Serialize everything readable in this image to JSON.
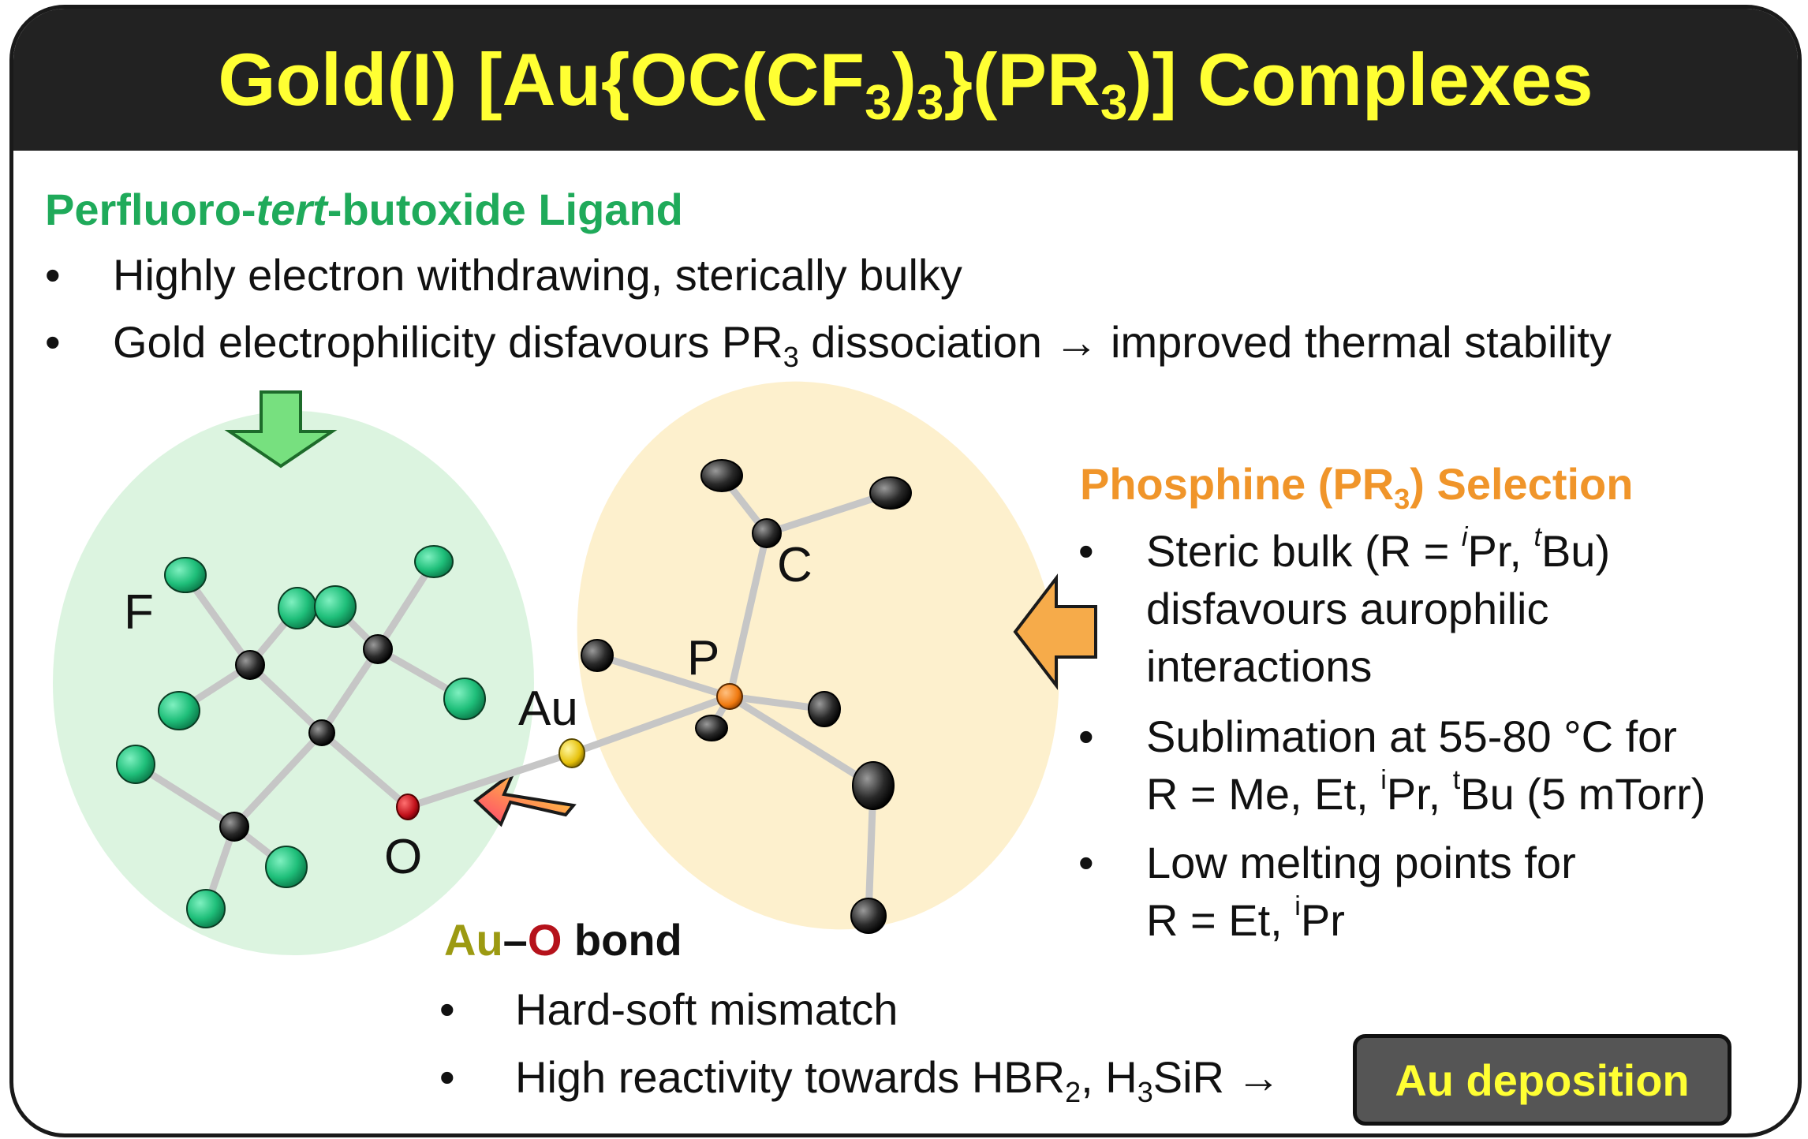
{
  "title": {
    "pre": "Gold(I) [Au{OC(CF",
    "sub1": "3",
    "mid1": ")",
    "sub2": "3",
    "mid2": "}(PR",
    "sub3": "3",
    "post": ")] Complexes"
  },
  "ligand": {
    "heading_pre": "Perfluoro-",
    "heading_italic": "tert",
    "heading_post": "-butoxide Ligand",
    "bullet1": "Highly electron withdrawing, sterically bulky",
    "bullet2_pre": "Gold electrophilicity disfavours PR",
    "bullet2_sub": "3",
    "bullet2_post": " dissociation → improved thermal stability"
  },
  "phosphine": {
    "heading_pre": "Phosphine (PR",
    "heading_sub": "3",
    "heading_post": ") Selection",
    "b1_line1_pre": "Steric bulk (R = ",
    "b1_line1_sup1": "i",
    "b1_line1_mid": "Pr, ",
    "b1_line1_sup2": "t",
    "b1_line1_post": "Bu)",
    "b1_line2": "disfavours aurophilic",
    "b1_line3": "interactions",
    "b2_line1": "Sublimation at 55-80 °C for",
    "b2_line2_pre": "R = Me, Et, ",
    "b2_line2_sup1": "i",
    "b2_line2_mid": "Pr, ",
    "b2_line2_sup2": "t",
    "b2_line2_post": "Bu (5 mTorr)",
    "b3_line1": "Low melting points for",
    "b3_line2_pre": "R = Et, ",
    "b3_line2_sup": "i",
    "b3_line2_post": "Pr"
  },
  "bond": {
    "au": "Au",
    "dash": "–",
    "o": "O",
    "word": " bond",
    "bullet1": "Hard-soft mismatch",
    "bullet2_pre": "High reactivity towards HBR",
    "bullet2_sub1": "2",
    "bullet2_mid": ", H",
    "bullet2_sub2": "3",
    "bullet2_post": "SiR →",
    "deposition": "Au deposition"
  },
  "atoms": {
    "f": "F",
    "o": "O",
    "au": "Au",
    "p": "P",
    "c": "C"
  },
  "bullet_char": "•",
  "colors": {
    "title_bg": "#222222",
    "title_text": "#ffff33",
    "ligand_green": "#1faa5a",
    "phosphine_orange": "#f0952a",
    "au_label": "#9c9a12",
    "o_label": "#b5121b"
  }
}
